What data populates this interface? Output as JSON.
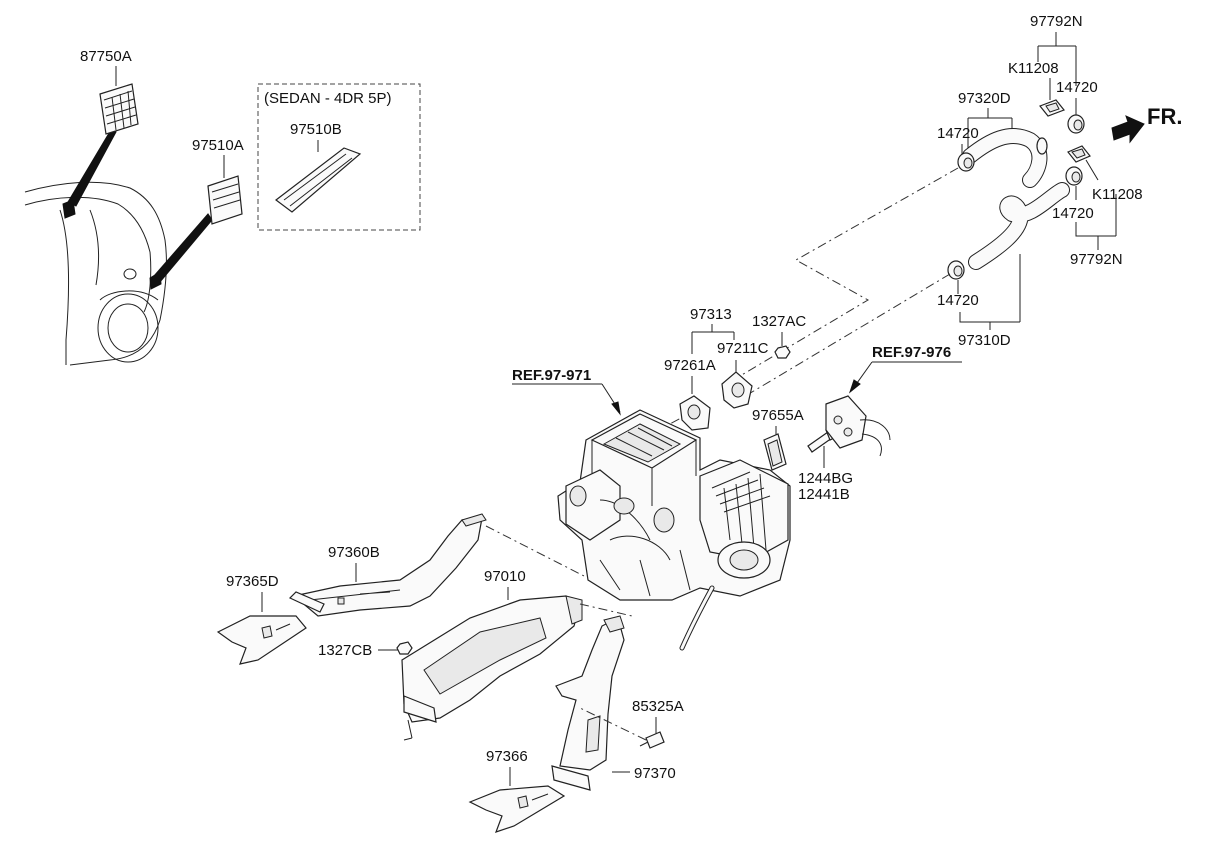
{
  "diagram": {
    "labels": {
      "p87750A": "87750A",
      "p97510A": "97510A",
      "sedan_note": "(SEDAN - 4DR 5P)",
      "p97510B": "97510B",
      "p97792N_top": "97792N",
      "pK11208_top": "K11208",
      "p14720_a": "14720",
      "p97320D": "97320D",
      "p14720_b": "14720",
      "fr": "FR.",
      "pK11208_bot": "K11208",
      "p14720_c": "14720",
      "p97792N_bot": "97792N",
      "p14720_d": "14720",
      "p97310D": "97310D",
      "p97313": "97313",
      "p1327AC": "1327AC",
      "p97211C": "97211C",
      "p97261A": "97261A",
      "ref_971": "REF.97-971",
      "ref_976": "REF.97-976",
      "p97655A": "97655A",
      "p1244BG": "1244BG",
      "p12441B": "12441B",
      "p97360B": "97360B",
      "p97365D": "97365D",
      "p97010": "97010",
      "p1327CB": "1327CB",
      "p85325A": "85325A",
      "p97366": "97366",
      "p97370": "97370"
    }
  }
}
